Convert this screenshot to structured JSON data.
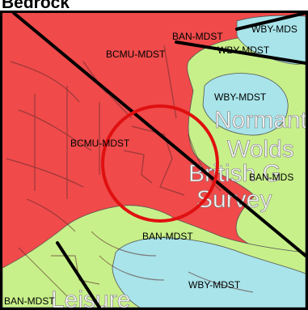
{
  "title": "Bedrock",
  "map": {
    "labels": {
      "ban_top": "BAN-MDST",
      "wby_top_right": "WBY-MDS",
      "wby_top_mid": "WBY-MDST",
      "bcmu_top": "BCMU-MDST",
      "wby_mid": "WBY-MDST",
      "bcmu_center": "BCMU-MDST",
      "ban_right": "BAN-MDS",
      "ban_center": "BAN-MDST",
      "wby_bottom": "WBY-MDST",
      "ban_bottom_left": "BAN-MDST"
    },
    "watermark": {
      "line1": "Normant",
      "line2": "Wolds",
      "line3": "British G",
      "line4": "Survey",
      "line5": "Leisure"
    },
    "colors": {
      "bcmu": "#f04a4a",
      "ban": "#c8f08a",
      "wby": "#a8e4ea",
      "fault": "#000000",
      "site_circle": "#e01010"
    }
  }
}
